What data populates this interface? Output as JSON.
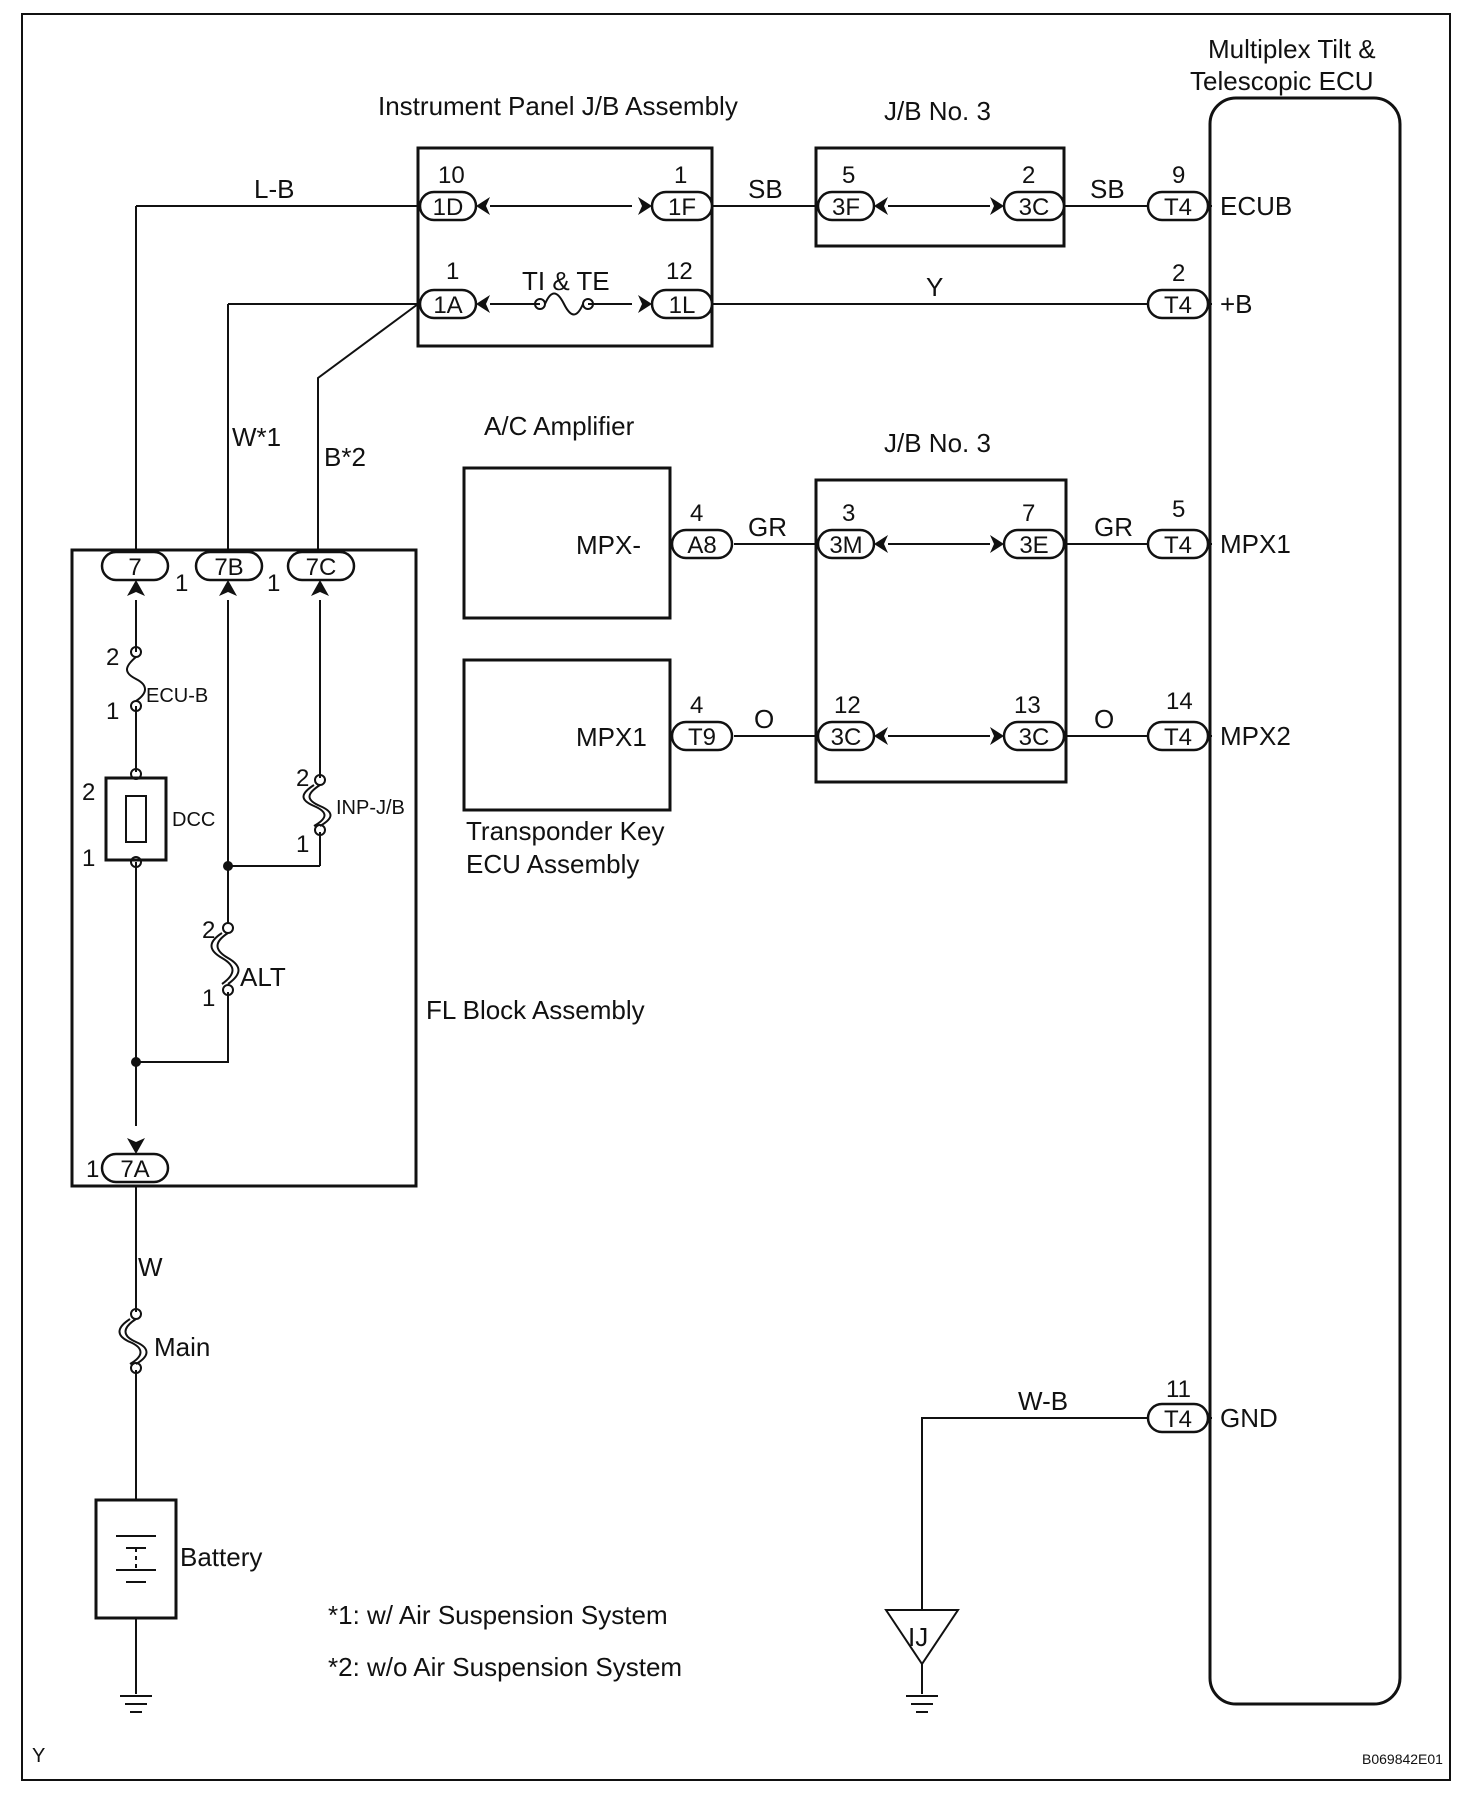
{
  "components": {
    "ecu": "Multiplex Tilt & Telescopic ECU",
    "ipjb": "Instrument Panel J/B Assembly",
    "jb3": "J/B No. 3",
    "ac_amp": "A/C Amplifier",
    "trans_key": "Transponder Key ECU Assembly",
    "fl_block": "FL Block Assembly",
    "battery": "Battery",
    "ground_ij": "IJ"
  },
  "ecu_terminals": {
    "ecub": "ECUB",
    "plus_b": "+B",
    "mpx1": "MPX1",
    "mpx2": "MPX2",
    "gnd": "GND"
  },
  "ac_amp_terminal": "MPX-",
  "trans_key_terminal": "MPX1",
  "fuses": {
    "ti_te": "TI & TE",
    "ecu_b": "ECU-B",
    "inp_jb": "INP-J/B",
    "alt": "ALT",
    "main": "Main"
  },
  "relay": "DCC",
  "wires": {
    "lb": "L-B",
    "sb": "SB",
    "y": "Y",
    "w1": "W*1",
    "b2": "B*2",
    "gr": "GR",
    "o": "O",
    "w": "W",
    "wb": "W-B"
  },
  "connectors": {
    "c1d": "1D",
    "c1f": "1F",
    "c3f": "3F",
    "c3c_top": "3C",
    "t4_ecub": "T4",
    "c1a": "1A",
    "c1l": "1L",
    "t4_b": "T4",
    "a8": "A8",
    "c3m": "3M",
    "c3e": "3E",
    "t4_mpx1": "T4",
    "t9": "T9",
    "c3c_l": "3C",
    "c3c_r": "3C",
    "t4_mpx2": "T4",
    "c7": "7",
    "c7b": "7B",
    "c7c": "7C",
    "c7a": "7A",
    "t4_gnd": "T4"
  },
  "pins": {
    "p10": "10",
    "p1_1f": "1",
    "p5_3f": "5",
    "p2_3c": "2",
    "p9": "9",
    "p1_1a": "1",
    "p12_1l": "12",
    "p2_t4": "2",
    "p4_a8": "4",
    "p3_3m": "3",
    "p7_3e": "7",
    "p5_t4": "5",
    "p4_t9": "4",
    "p12_3c": "12",
    "p13_3c": "13",
    "p14_t4": "14",
    "p11_t4": "11",
    "p1_7": "1",
    "p1_7b": "1",
    "ecub_2": "2",
    "ecub_1": "1",
    "dcc_2": "2",
    "dcc_1": "1",
    "inp_2": "2",
    "inp_1": "1",
    "alt_2": "2",
    "alt_1": "1",
    "p1_7a": "1"
  },
  "notes": {
    "n1": "*1: w/ Air Suspension System",
    "n2": "*2: w/o Air Suspension System"
  },
  "corner_mark": "Y",
  "figure_code": "B069842E01"
}
